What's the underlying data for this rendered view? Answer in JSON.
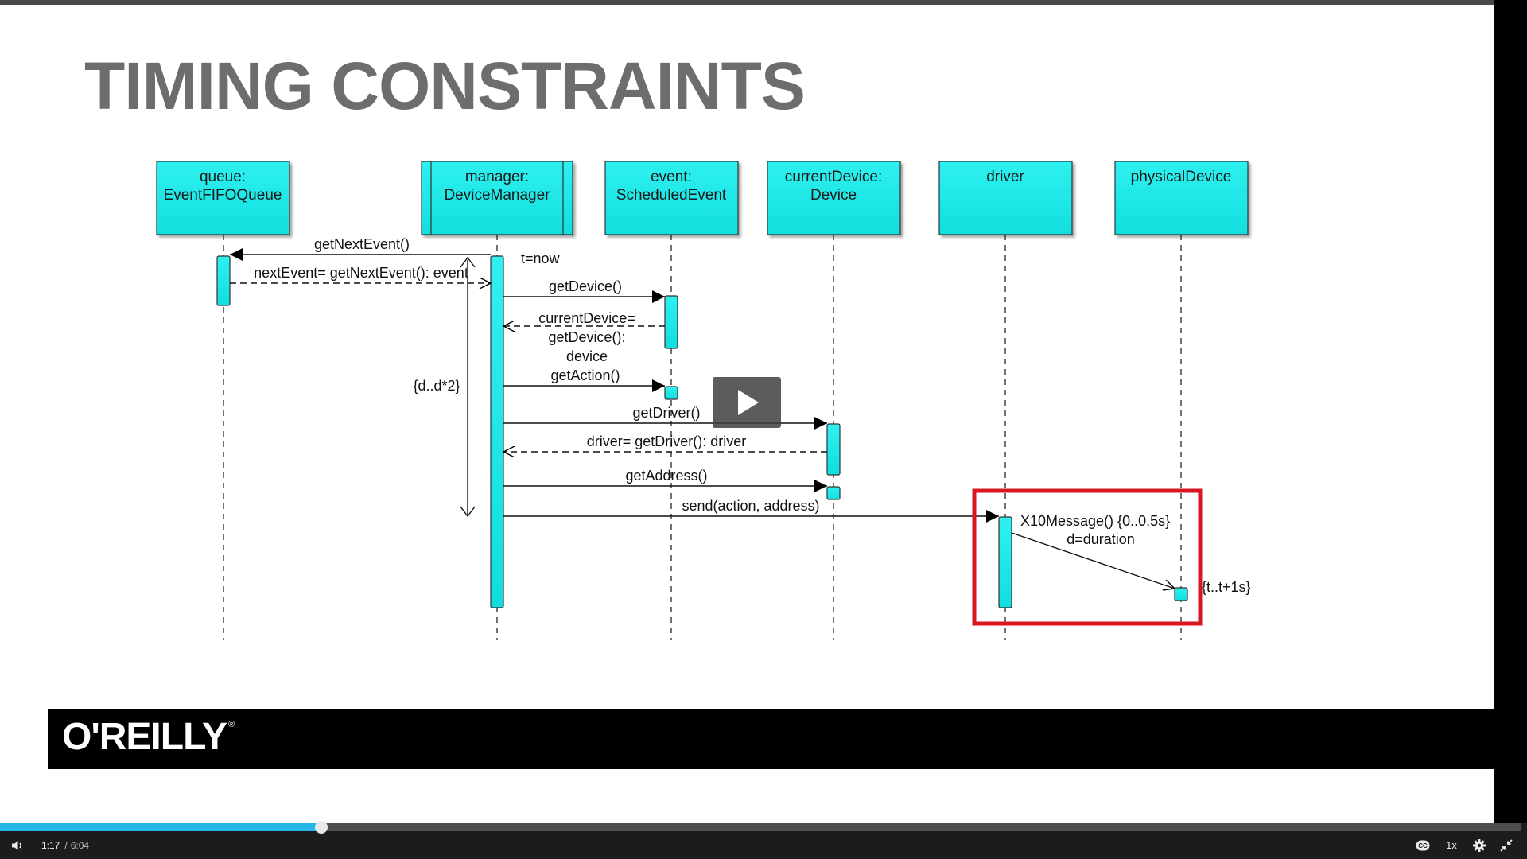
{
  "slide": {
    "title": "TIMING CONSTRAINTS",
    "brand": "O'REILLY",
    "brand_mark": "®"
  },
  "diagram": {
    "lifelines": [
      {
        "line1": "queue:",
        "line2": "EventFIFOQueue"
      },
      {
        "line1": "manager:",
        "line2": "DeviceManager"
      },
      {
        "line1": "event:",
        "line2": "ScheduledEvent"
      },
      {
        "line1": "currentDevice:",
        "line2": "Device"
      },
      {
        "line1": "driver",
        "line2": ""
      },
      {
        "line1": "physicalDevice",
        "line2": ""
      }
    ],
    "messages": {
      "m1": "getNextEvent()",
      "m2": "nextEvent= getNextEvent(): event",
      "m3": "t=now",
      "m4": "getDevice()",
      "m5a": "currentDevice=",
      "m5b": "getDevice():",
      "m5c": "device",
      "m6": "getAction()",
      "m7": "getDriver()",
      "m8": "driver= getDriver(): driver",
      "m9": "getAddress()",
      "m10": "send(action, address)",
      "m11a": "X10Message() {0..0.5s}",
      "m11b": "d=duration"
    },
    "constraints": {
      "duration": "{d..d*2}",
      "timing": "{t..t+1s}"
    },
    "highlight_color": "#d8161f",
    "lifeline_color": "#1de7e7"
  },
  "player": {
    "current_time": "1:17",
    "separator": "/",
    "duration": "6:04",
    "progress_fraction": 0.2115,
    "speed": "1x",
    "accent_color": "#27b6e6",
    "icons": {
      "volume": "volume-icon",
      "cc": "closed-captions-icon",
      "settings": "gear-icon",
      "fullscreen": "exit-fullscreen-icon",
      "play": "play-icon"
    }
  }
}
